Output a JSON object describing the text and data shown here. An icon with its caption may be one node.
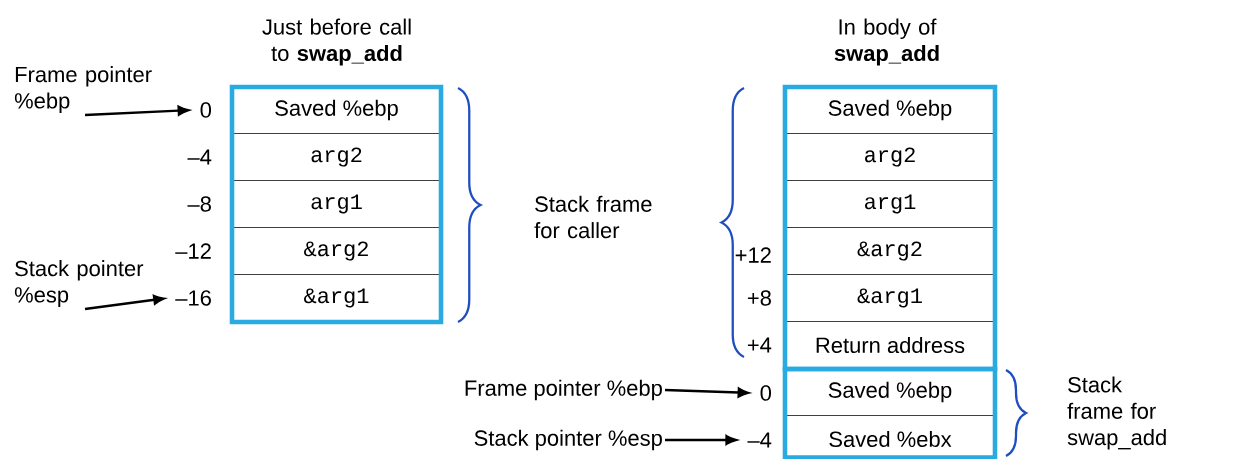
{
  "diagram": {
    "nodes": [
      {
        "text": [
          "Frame pointer %ebp"
        ]
      },
      {
        "text": [
          "Stack pointer %esp"
        ]
      },
      {
        "text": [
          "0"
        ]
      },
      {
        "text": [
          "–16"
        ]
      },
      {
        "text": [
          "Saved %ebp"
        ]
      },
      {
        "text": [
          "arg2"
        ]
      },
      {
        "text": [
          "arg1"
        ]
      },
      {
        "text": [
          "&arg2"
        ]
      },
      {
        "text": [
          "&arg1"
        ]
      },
      {
        "text": [
          "Saved %ebp"
        ]
      },
      {
        "text": [
          "arg2"
        ]
      },
      {
        "text": [
          "arg1"
        ]
      },
      {
        "text": [
          "&arg2"
        ]
      },
      {
        "text": [
          "&arg1"
        ]
      },
      {
        "text": [
          "Return address"
        ]
      },
      {
        "text": [
          "Saved %ebp"
        ]
      },
      {
        "text": [
          "Saved %ebx"
        ]
      },
      {
        "text": [
          "Frame pointer %ebp"
        ]
      },
      {
        "text": [
          "Stack pointer %esp"
        ]
      },
      {
        "text": [
          "0"
        ]
      },
      {
        "text": [
          "–4"
        ]
      }
    ],
    "edges": [
      {
        "from": 0,
        "to": 2,
        "arrow": "to"
      },
      {
        "from": 1,
        "to": 3,
        "arrow": "to"
      },
      {
        "from": 17,
        "to": 19,
        "arrow": "to"
      },
      {
        "from": 18,
        "to": 20,
        "arrow": "to"
      }
    ],
    "labels": [
      "Just before call to **swap_add**",
      "In body of **swap_add**",
      "–4",
      "–8",
      "–12",
      "Stack frame for caller",
      "+12",
      "+8",
      "+4",
      "Stack frame for swap_add"
    ]
  }
}
